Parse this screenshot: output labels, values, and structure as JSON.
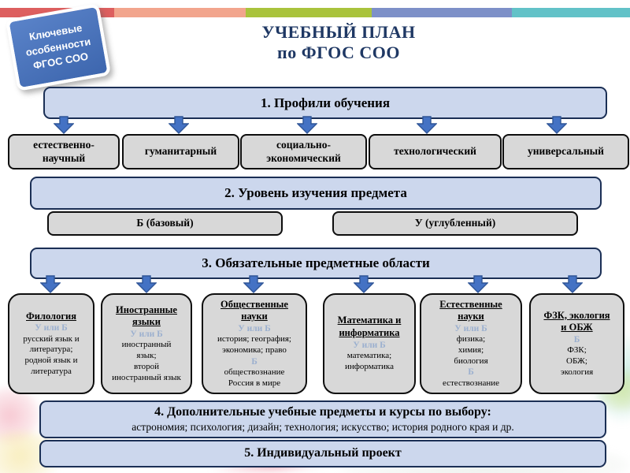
{
  "badge": {
    "text": "Ключевые\nособенности\nФГОС СОО"
  },
  "title": "УЧЕБНЫЙ ПЛАН\nпо ФГОС СОО",
  "sections": {
    "s1": {
      "header": "1. Профили обучения",
      "profiles": [
        {
          "label": "естественно-\nнаучный"
        },
        {
          "label": "гуманитарный"
        },
        {
          "label": "социально-\nэкономический"
        },
        {
          "label": "технологический"
        },
        {
          "label": "универсальный"
        }
      ]
    },
    "s2": {
      "header": "2. Уровень изучения предмета",
      "levels": [
        {
          "label": "Б (базовый)"
        },
        {
          "label": "У (углубленный)"
        }
      ]
    },
    "s3": {
      "header": "3. Обязательные предметные области",
      "subjects": [
        {
          "title": "Филология",
          "level_a": "У или Б",
          "items_a": "русский язык и\nлитература;\nродной язык и\nлитература"
        },
        {
          "title": "Иностранные\nязыки",
          "level_a": "У или Б",
          "items_a": "иностранный\nязык;\nвторой\nиностранный язык"
        },
        {
          "title": "Общественные\nнауки",
          "level_a": "У или Б",
          "items_a": "история; география;\nэкономика; право",
          "level_b": "Б",
          "items_b": "обществознание\nРоссия в мире"
        },
        {
          "title": "Математика и\nинформатика",
          "level_a": "У или Б",
          "items_a": "математика;\nинформатика"
        },
        {
          "title": "Естественные\nнауки",
          "level_a": "У или Б",
          "items_a": "физика;\nхимия;\nбиология",
          "level_b": "Б",
          "items_b": "естествознание"
        },
        {
          "title": "ФЗК, экология\nи ОБЖ",
          "level_a": "Б",
          "items_a": "ФЗК;\nОБЖ;\nэкология"
        }
      ]
    },
    "s4": {
      "header": "4. Дополнительные учебные предметы и курсы по выбору:",
      "subtext": "астрономия; психология; дизайн; технология; искусство; история родного края и др."
    },
    "s5": {
      "header": "5. Индивидуальный проект"
    }
  },
  "colors": {
    "strip": [
      "#dd5f5f",
      "#f2a58d",
      "#a9c33c",
      "#7d90c8",
      "#62c2c8"
    ],
    "arrow_fill": "#4472c4",
    "arrow_stroke": "#2f5597",
    "section_fill": "#ccd7ed",
    "section_border": "#1b2f55",
    "gray_box_fill": "#d8d8d8",
    "title_navy": "#1f3864",
    "level_text_blue": "#9cb0cf",
    "badge_blue": "#4472c4"
  }
}
